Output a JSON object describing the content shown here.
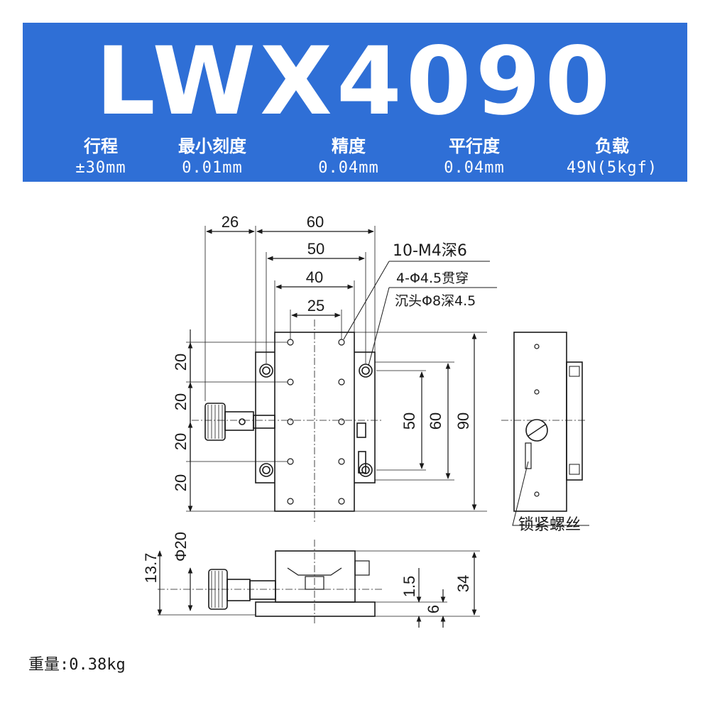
{
  "header": {
    "model": "LWX4090",
    "specs": [
      {
        "label": "行程",
        "value": "±30mm"
      },
      {
        "label": "最小刻度",
        "value": "0.01mm"
      },
      {
        "label": "精度",
        "value": "0.04mm"
      },
      {
        "label": "平行度",
        "value": "0.04mm"
      },
      {
        "label": "负载",
        "value": "49N(5kgf)"
      }
    ],
    "colors": {
      "banner": "#2f6fd6",
      "text": "#ffffff"
    }
  },
  "drawing": {
    "top_dims": {
      "d26": "26",
      "d60": "60",
      "d50": "50",
      "d40": "40",
      "d25": "25"
    },
    "left_dims": [
      "20",
      "20",
      "20",
      "20"
    ],
    "right_dims": {
      "d50": "50",
      "d60": "60",
      "d90": "90"
    },
    "callouts": {
      "tapped_holes": "10-M4深6",
      "through_holes": "4-Φ4.5贯穿",
      "counterbore": "沉头Φ8深4.5",
      "lock_screw": "锁紧螺丝"
    },
    "side_dims": {
      "h13_7": "13.7",
      "phi20": "Φ20",
      "d1_5": "1.5",
      "d34": "34",
      "d6": "6"
    }
  },
  "footer": {
    "weight": "重量:0.38kg"
  }
}
